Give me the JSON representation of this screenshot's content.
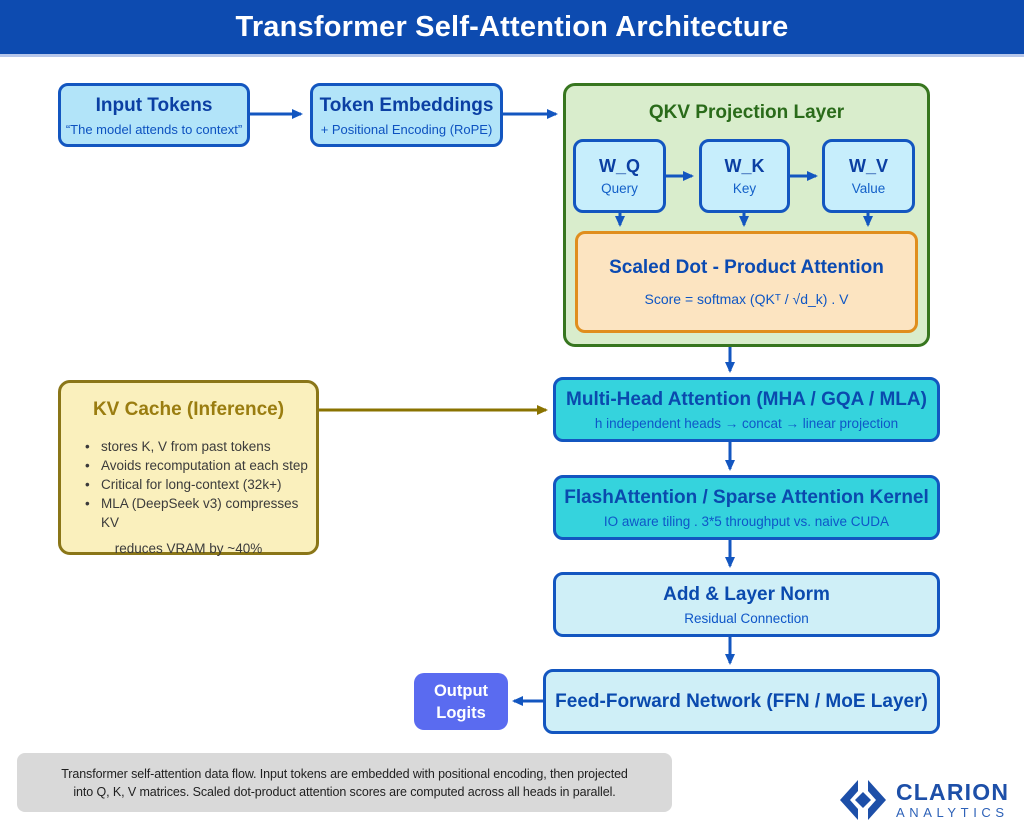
{
  "header": {
    "title": "Transformer Self-Attention Architecture"
  },
  "flow": {
    "input_tokens": {
      "title": "Input Tokens",
      "subtitle": "“The model attends to context”"
    },
    "token_embeddings": {
      "title": "Token Embeddings",
      "subtitle": "+ Positional Encoding (RoPE)"
    },
    "qkv_layer": {
      "title": "QKV Projection Layer",
      "w_q": {
        "title": "W_Q",
        "subtitle": "Query"
      },
      "w_k": {
        "title": "W_K",
        "subtitle": "Key"
      },
      "w_v": {
        "title": "W_V",
        "subtitle": "Value"
      },
      "sdpa": {
        "title": "Scaled Dot - Product Attention",
        "formula": "Score = softmax  (QKᵀ / √d_k) . V"
      }
    },
    "kv_cache": {
      "title": "KV Cache (Inference)",
      "bullets": [
        "stores  K, V from past tokens",
        "Avoids recomputation at each step",
        "Critical for long-context (32k+)",
        "MLA (DeepSeek v3) compresses KV"
      ],
      "note": "reduces VRAM by ~40%"
    },
    "mha": {
      "title": "Multi-Head Attention (MHA / GQA / MLA)",
      "subtitle": "h independent heads → concat → linear projection"
    },
    "flash_attention": {
      "title": "FlashAttention / Sparse Attention Kernel",
      "subtitle": "IO aware tiling . 3*5 throughput vs. naive CUDA"
    },
    "add_norm": {
      "title": "Add & Layer Norm",
      "subtitle": "Residual Connection"
    },
    "ffn": {
      "title": "Feed-Forward Network (FFN / MoE Layer)"
    },
    "output_logits": {
      "line1": "Output",
      "line2": "Logits"
    }
  },
  "caption": {
    "line1": "Transformer self-attention data flow. Input tokens are embedded with positional encoding, then projected",
    "line2": "into Q, K, V matrices. Scaled dot-product attention scores are computed across all heads in parallel."
  },
  "brand": {
    "name": "CLARION",
    "sub": "ANALYTICS"
  },
  "colors": {
    "header_blue": "#0d4bb0",
    "node_border_blue": "#1356c0",
    "node_fill_lightblue": "#b2e4f9",
    "green_border": "#37761f",
    "green_fill": "#d9edcc",
    "orange_border": "#e08e1d",
    "orange_fill": "#fce4c1",
    "cyan_fill": "#35d3dd",
    "lightcyan_fill": "#cfeff7",
    "yellow_fill": "#faf0bd",
    "olive_border": "#8a7618",
    "olive_arrow": "#8a7300",
    "indigo_fill": "#5a6bf0",
    "caption_gray": "#d9d9d9",
    "logo_blue": "#1d4fa8"
  }
}
